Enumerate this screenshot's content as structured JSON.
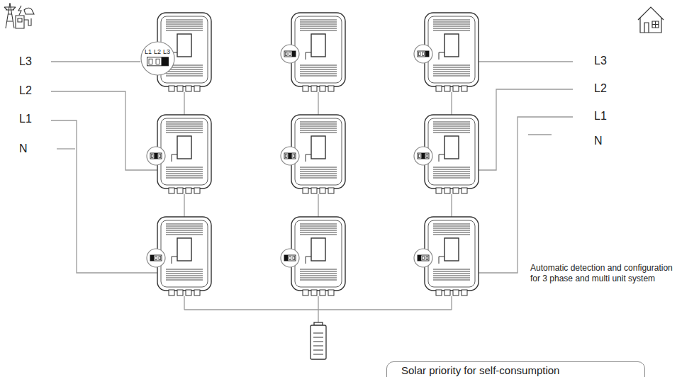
{
  "diagram": {
    "nodes": [
      {
        "text": [
          "L1",
          "L2",
          "L3"
        ]
      },
      {
        "text": [
          "Solar priority for self-consumption"
        ]
      }
    ],
    "labels": [
      "L3",
      "L2",
      "L1",
      "N",
      "L3",
      "L2",
      "L1",
      "N",
      "Automatic detection and configuration for 3 phase and multi unit system"
    ]
  }
}
